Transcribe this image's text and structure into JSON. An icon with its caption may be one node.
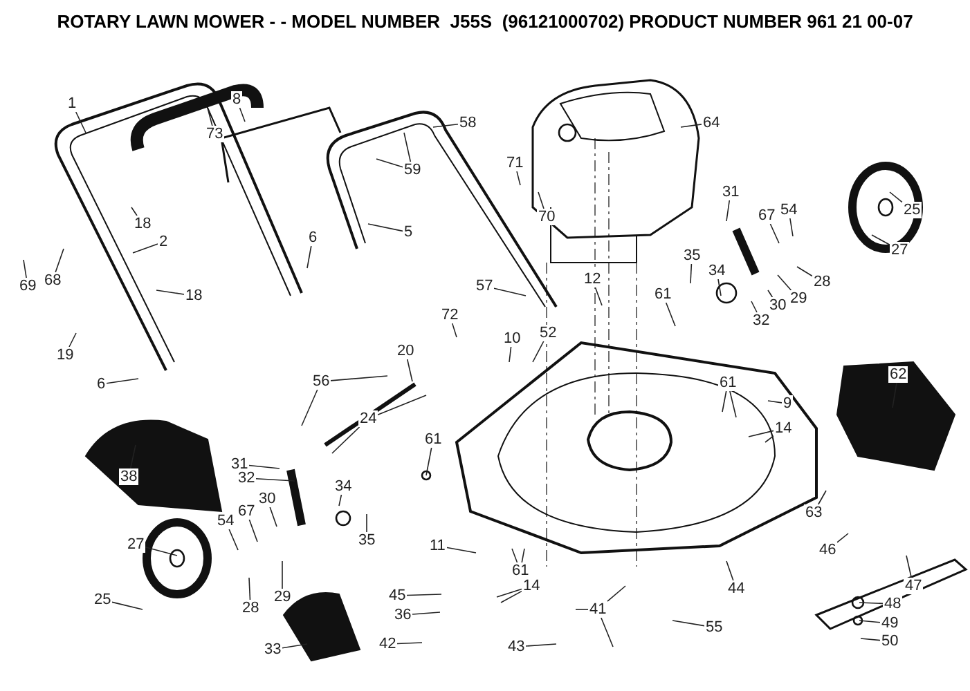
{
  "diagram": {
    "title": "ROTARY LAWN MOWER - - MODEL NUMBER  J55S  (96121000702) PRODUCT NUMBER 961 21 00-07",
    "nodes": [
      {
        "text": [
          "1"
        ]
      },
      {
        "text": [
          "73"
        ]
      },
      {
        "text": [
          "8"
        ]
      },
      {
        "text": [
          "58"
        ]
      },
      {
        "text": [
          "64"
        ]
      },
      {
        "text": [
          "59"
        ]
      },
      {
        "text": [
          "71"
        ]
      },
      {
        "text": [
          "70"
        ]
      },
      {
        "text": [
          "18"
        ]
      },
      {
        "text": [
          "2"
        ]
      },
      {
        "text": [
          "6"
        ]
      },
      {
        "text": [
          "5"
        ]
      },
      {
        "text": [
          "31"
        ]
      },
      {
        "text": [
          "67"
        ]
      },
      {
        "text": [
          "54"
        ]
      },
      {
        "text": [
          "25"
        ]
      },
      {
        "text": [
          "27"
        ]
      },
      {
        "text": [
          "35"
        ]
      },
      {
        "text": [
          "34"
        ]
      },
      {
        "text": [
          "28"
        ]
      },
      {
        "text": [
          "69"
        ]
      },
      {
        "text": [
          "68"
        ]
      },
      {
        "text": [
          "18"
        ]
      },
      {
        "text": [
          "29"
        ]
      },
      {
        "text": [
          "30"
        ]
      },
      {
        "text": [
          "32"
        ]
      },
      {
        "text": [
          "12"
        ]
      },
      {
        "text": [
          "61"
        ]
      },
      {
        "text": [
          "57"
        ]
      },
      {
        "text": [
          "72"
        ]
      },
      {
        "text": [
          "10"
        ]
      },
      {
        "text": [
          "52"
        ]
      },
      {
        "text": [
          "19"
        ]
      },
      {
        "text": [
          "6"
        ]
      },
      {
        "text": [
          "20"
        ]
      },
      {
        "text": [
          "56"
        ]
      },
      {
        "text": [
          "24"
        ]
      },
      {
        "text": [
          "61"
        ]
      },
      {
        "text": [
          "9"
        ]
      },
      {
        "text": [
          "62"
        ]
      },
      {
        "text": [
          "14"
        ]
      },
      {
        "text": [
          "38"
        ]
      },
      {
        "text": [
          "31"
        ]
      },
      {
        "text": [
          "32"
        ]
      },
      {
        "text": [
          "61"
        ]
      },
      {
        "text": [
          "30"
        ]
      },
      {
        "text": [
          "34"
        ]
      },
      {
        "text": [
          "54"
        ]
      },
      {
        "text": [
          "67"
        ]
      },
      {
        "text": [
          "27"
        ]
      },
      {
        "text": [
          "35"
        ]
      },
      {
        "text": [
          "11"
        ]
      },
      {
        "text": [
          "63"
        ]
      },
      {
        "text": [
          "61"
        ]
      },
      {
        "text": [
          "46"
        ]
      },
      {
        "text": [
          "47"
        ]
      },
      {
        "text": [
          "25"
        ]
      },
      {
        "text": [
          "28"
        ]
      },
      {
        "text": [
          "29"
        ]
      },
      {
        "text": [
          "14"
        ]
      },
      {
        "text": [
          "45"
        ]
      },
      {
        "text": [
          "36"
        ]
      },
      {
        "text": [
          "44"
        ]
      },
      {
        "text": [
          "48"
        ]
      },
      {
        "text": [
          "49"
        ]
      },
      {
        "text": [
          "33"
        ]
      },
      {
        "text": [
          "42"
        ]
      },
      {
        "text": [
          "50"
        ]
      },
      {
        "text": [
          "41"
        ]
      },
      {
        "text": [
          "43"
        ]
      },
      {
        "text": [
          "55"
        ]
      }
    ],
    "edges": [
      {
        "from": 0,
        "to": null,
        "arrow": "none"
      },
      {
        "from": 1,
        "to": null,
        "arrow": "none"
      },
      {
        "from": 2,
        "to": null,
        "arrow": "none"
      },
      {
        "from": 3,
        "to": null,
        "arrow": "none"
      },
      {
        "from": 4,
        "to": null,
        "arrow": "none"
      },
      {
        "from": 5,
        "to": null,
        "arrow": "none"
      },
      {
        "from": 5,
        "to": null,
        "arrow": "none"
      },
      {
        "from": 6,
        "to": null,
        "arrow": "none"
      },
      {
        "from": 7,
        "to": null,
        "arrow": "none"
      },
      {
        "from": 8,
        "to": null,
        "arrow": "none"
      },
      {
        "from": 9,
        "to": null,
        "arrow": "none"
      },
      {
        "from": 10,
        "to": null,
        "arrow": "none"
      },
      {
        "from": 11,
        "to": null,
        "arrow": "none"
      },
      {
        "from": 12,
        "to": null,
        "arrow": "none"
      },
      {
        "from": 13,
        "to": null,
        "arrow": "none"
      },
      {
        "from": 14,
        "to": null,
        "arrow": "none"
      },
      {
        "from": 15,
        "to": null,
        "arrow": "none"
      },
      {
        "from": 16,
        "to": null,
        "arrow": "none"
      },
      {
        "from": 17,
        "to": null,
        "arrow": "none"
      },
      {
        "from": 18,
        "to": null,
        "arrow": "none"
      },
      {
        "from": 19,
        "to": null,
        "arrow": "none"
      },
      {
        "from": 20,
        "to": null,
        "arrow": "none"
      },
      {
        "from": 21,
        "to": null,
        "arrow": "none"
      },
      {
        "from": 22,
        "to": null,
        "arrow": "none"
      },
      {
        "from": 23,
        "to": null,
        "arrow": "none"
      },
      {
        "from": 24,
        "to": null,
        "arrow": "none"
      },
      {
        "from": 25,
        "to": null,
        "arrow": "none"
      },
      {
        "from": 26,
        "to": null,
        "arrow": "none"
      },
      {
        "from": 27,
        "to": null,
        "arrow": "none"
      },
      {
        "from": 28,
        "to": null,
        "arrow": "none"
      },
      {
        "from": 29,
        "to": null,
        "arrow": "none"
      },
      {
        "from": 30,
        "to": null,
        "arrow": "none"
      },
      {
        "from": 31,
        "to": null,
        "arrow": "none"
      },
      {
        "from": 32,
        "to": null,
        "arrow": "none"
      },
      {
        "from": 33,
        "to": null,
        "arrow": "none"
      },
      {
        "from": 34,
        "to": null,
        "arrow": "none"
      },
      {
        "from": 35,
        "to": null,
        "arrow": "none"
      },
      {
        "from": 35,
        "to": null,
        "arrow": "none"
      },
      {
        "from": 36,
        "to": null,
        "arrow": "none"
      },
      {
        "from": 36,
        "to": null,
        "arrow": "none"
      },
      {
        "from": 37,
        "to": null,
        "arrow": "none"
      },
      {
        "from": 37,
        "to": null,
        "arrow": "none"
      },
      {
        "from": 38,
        "to": null,
        "arrow": "none"
      },
      {
        "from": 39,
        "to": null,
        "arrow": "none"
      },
      {
        "from": 40,
        "to": null,
        "arrow": "none"
      },
      {
        "from": 40,
        "to": null,
        "arrow": "none"
      },
      {
        "from": 41,
        "to": null,
        "arrow": "none"
      },
      {
        "from": 42,
        "to": null,
        "arrow": "none"
      },
      {
        "from": 43,
        "to": null,
        "arrow": "none"
      },
      {
        "from": 44,
        "to": null,
        "arrow": "none"
      },
      {
        "from": 45,
        "to": null,
        "arrow": "none"
      },
      {
        "from": 46,
        "to": null,
        "arrow": "none"
      },
      {
        "from": 47,
        "to": null,
        "arrow": "none"
      },
      {
        "from": 48,
        "to": null,
        "arrow": "none"
      },
      {
        "from": 49,
        "to": null,
        "arrow": "none"
      },
      {
        "from": 50,
        "to": null,
        "arrow": "none"
      },
      {
        "from": 51,
        "to": null,
        "arrow": "none"
      },
      {
        "from": 52,
        "to": null,
        "arrow": "none"
      },
      {
        "from": 53,
        "to": null,
        "arrow": "none"
      },
      {
        "from": 53,
        "to": null,
        "arrow": "none"
      },
      {
        "from": 54,
        "to": null,
        "arrow": "none"
      },
      {
        "from": 55,
        "to": null,
        "arrow": "none"
      },
      {
        "from": 56,
        "to": null,
        "arrow": "none"
      },
      {
        "from": 57,
        "to": null,
        "arrow": "none"
      },
      {
        "from": 58,
        "to": null,
        "arrow": "none"
      },
      {
        "from": 59,
        "to": null,
        "arrow": "none"
      },
      {
        "from": 59,
        "to": null,
        "arrow": "none"
      },
      {
        "from": 60,
        "to": null,
        "arrow": "none"
      },
      {
        "from": 61,
        "to": null,
        "arrow": "none"
      },
      {
        "from": 62,
        "to": null,
        "arrow": "none"
      },
      {
        "from": 63,
        "to": null,
        "arrow": "none"
      },
      {
        "from": 64,
        "to": null,
        "arrow": "none"
      },
      {
        "from": 65,
        "to": null,
        "arrow": "none"
      },
      {
        "from": 66,
        "to": null,
        "arrow": "none"
      },
      {
        "from": 67,
        "to": null,
        "arrow": "none"
      },
      {
        "from": 68,
        "to": null,
        "arrow": "none"
      },
      {
        "from": 68,
        "to": null,
        "arrow": "none"
      },
      {
        "from": 68,
        "to": null,
        "arrow": "none"
      },
      {
        "from": 69,
        "to": null,
        "arrow": "none"
      },
      {
        "from": 70,
        "to": null,
        "arrow": "none"
      }
    ]
  }
}
